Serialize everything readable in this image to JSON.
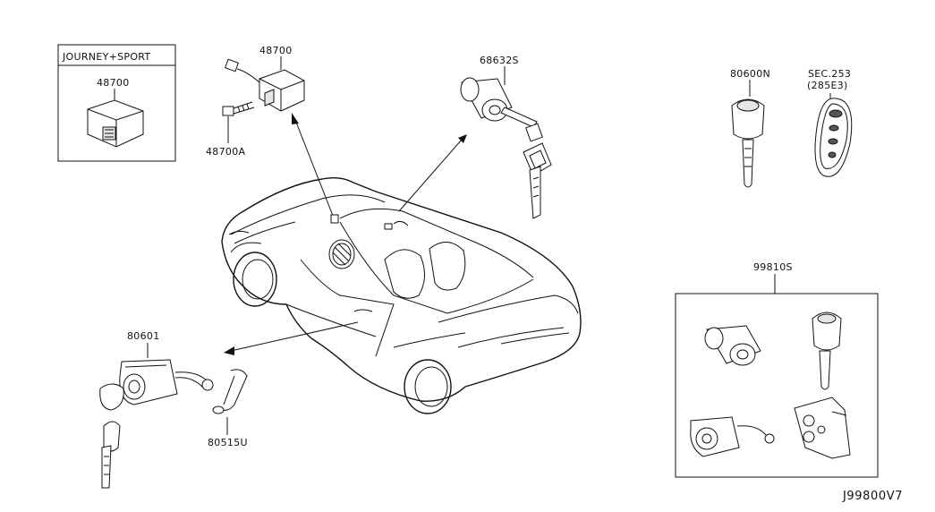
{
  "inset_box": {
    "title": "JOURNEY+SPORT",
    "part": "48700"
  },
  "labels": {
    "p48700": "48700",
    "p48700A": "48700A",
    "p68632S": "68632S",
    "p80600N": "80600N",
    "sec_line1": "SEC.253",
    "sec_line2": "(285E3)",
    "p99810S": "99810S",
    "p80601": "80601",
    "p80515U": "80515U"
  },
  "diagram_id": "J99800V7"
}
